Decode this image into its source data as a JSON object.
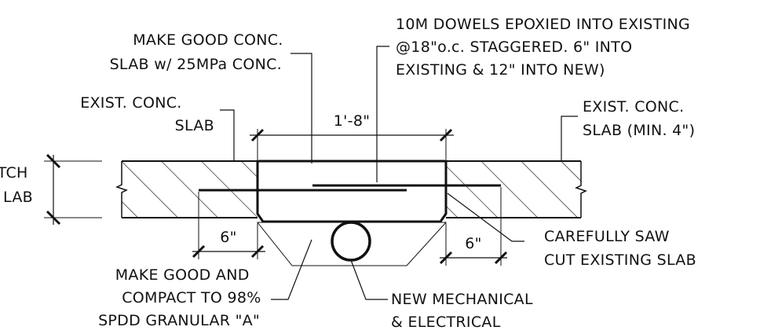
{
  "labels": {
    "make_good_slab": [
      "MAKE GOOD CONC.",
      "SLAB w/ 25MPa CONC."
    ],
    "dowels": [
      "10M DOWELS EPOXIED INTO EXISTING",
      "@18\"o.c. STAGGERED. 6\" INTO",
      "EXISTING & 12\" INTO NEW)"
    ],
    "exist_slab_left": [
      "EXIST. CONC.",
      "SLAB"
    ],
    "exist_slab_right": [
      "EXIST. CONC.",
      "SLAB (MIN. 4\")"
    ],
    "patch_slab": [
      "TCH",
      "LAB"
    ],
    "saw_cut": [
      "CAREFULLY SAW",
      "CUT EXISTING SLAB"
    ],
    "granular": [
      "MAKE GOOD AND",
      "COMPACT TO 98%",
      "SPDD GRANULAR \"A\""
    ],
    "mechanical": [
      "NEW MECHANICAL",
      "& ELECTRICAL"
    ]
  },
  "dimensions": {
    "patch_width": "1'-8\"",
    "left_overlap": "6\"",
    "right_overlap": "6\""
  },
  "colors": {
    "ink": "#111111",
    "background": "#ffffff",
    "concrete_dots": "#7a7a7a"
  }
}
